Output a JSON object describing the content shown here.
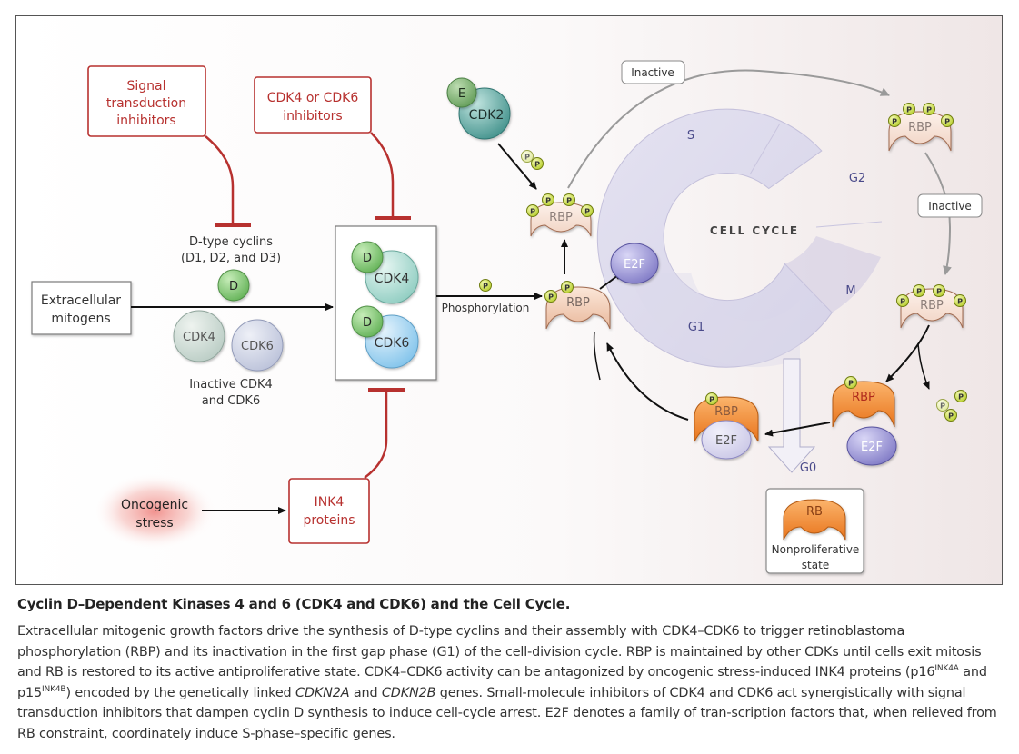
{
  "diagram": {
    "boxes": {
      "signal_inhibitors": [
        "Signal",
        "transduction",
        "inhibitors"
      ],
      "cdk_inhibitors": [
        "CDK4 or CDK6",
        "inhibitors"
      ],
      "ink4": [
        "INK4",
        "proteins"
      ],
      "mitogens": [
        "Extracellular",
        "mitogens"
      ],
      "oncogenic": [
        "Oncogenic",
        "stress"
      ],
      "nonproliferative": [
        "Nonproliferative",
        "state"
      ]
    },
    "labels": {
      "d_type_cyclins": [
        "D-type cyclins",
        "(D1, D2, and D3)"
      ],
      "inactive_cdk": [
        "Inactive CDK4",
        "and CDK6"
      ],
      "phosphorylation": "Phosphorylation",
      "cell_cycle": "CELL CYCLE",
      "inactive_1": "Inactive",
      "inactive_2": "Inactive",
      "phase_s": "S",
      "phase_g2": "G2",
      "phase_m": "M",
      "phase_g1": "G1",
      "phase_g0": "G0"
    },
    "molecules": {
      "d": "D",
      "cdk4": "CDK4",
      "cdk6": "CDK6",
      "e": "E",
      "cdk2": "CDK2",
      "rbp": "RBP",
      "rb": "RB",
      "e2f": "E2F",
      "p": "P"
    },
    "colors": {
      "inhibitor_red": "#b7312f",
      "rbp_fill": "#f2d2be",
      "rb_orange": "#f0882c",
      "e2f_purple": "#8f8ad0",
      "phospho_green": "#c8dc3c",
      "d_green": "#7cc56a",
      "cdk4_teal": "#a8d8cf",
      "cdk6_blue": "#9fd3ef",
      "cdk2_teal": "#4fa19a",
      "stress_glow": "#f4a3a0"
    }
  },
  "caption": {
    "title": "Cyclin D–Dependent Kinases 4 and 6 (CDK4 and CDK6) and the Cell Cycle.",
    "p1": "Extracellular mitogenic growth factors drive the synthesis of D-type cyclins and their assembly with CDK4–CDK6 to trigger retinoblastoma phosphorylation (RBP) and its inactivation in the first gap phase (G1) of the cell-division cycle. RBP is maintained by other CDKs until cells exit mitosis and RB is restored to its active antiproliferative state. CDK4–CDK6 activity can be antagonized by oncogenic stress-induced INK4 proteins (p16",
    "sup1": "INK4A",
    "p2": " and p15",
    "sup2": "INK4B",
    "p3": ") encoded by the genetically linked ",
    "gene1": "CDKN2A",
    "p4": " and ",
    "gene2": "CDKN2B",
    "p5": " genes. Small-molecule inhibitors of CDK4 and CDK6 act synergistically with signal transduction inhibitors that dampen cyclin D synthesis to induce cell-cycle arrest. E2F denotes a family of tran-scription factors that, when relieved from RB constraint, coordinately induce S-phase–specific genes."
  }
}
